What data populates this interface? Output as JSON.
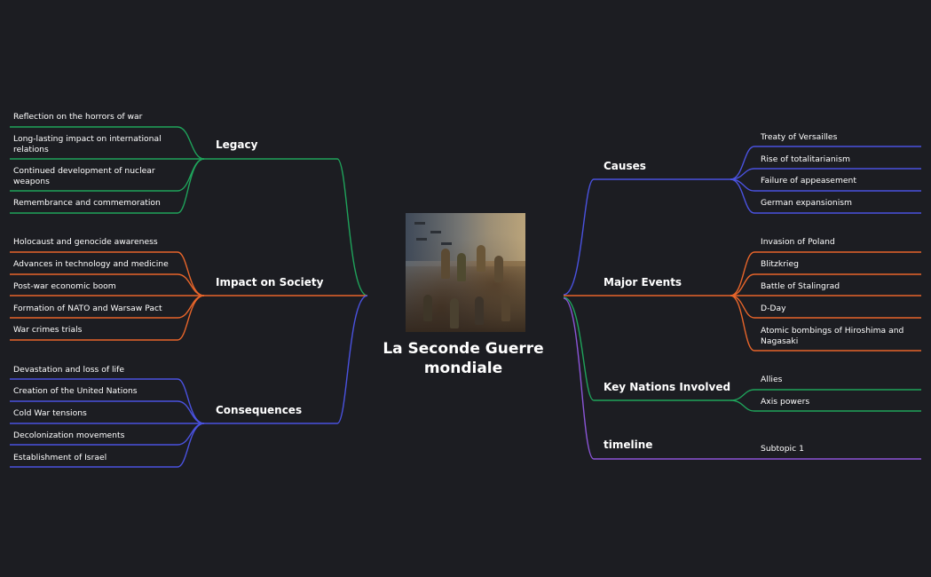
{
  "central_topic": {
    "title": "La Seconde Guerre mondiale",
    "image": "ww2-soldiers-illustration"
  },
  "colors": {
    "background": "#1c1d22",
    "green": "#1fa35b",
    "orange": "#e8652a",
    "blue": "#4a52e0",
    "purple": "#8b55d8",
    "text": "#ffffff"
  },
  "left_branches": [
    {
      "label": "Legacy",
      "color": "green",
      "children": [
        "Reflection on the horrors of war",
        "Long-lasting impact on international relations",
        "Continued development of nuclear weapons",
        "Remembrance and commemoration"
      ]
    },
    {
      "label": "Impact on Society",
      "color": "orange",
      "children": [
        "Holocaust and genocide awareness",
        "Advances in technology and medicine",
        "Post-war economic boom",
        "Formation of NATO and Warsaw Pact",
        "War crimes trials"
      ]
    },
    {
      "label": "Consequences",
      "color": "blue",
      "children": [
        "Devastation and loss of life",
        "Creation of the United Nations",
        "Cold War tensions",
        "Decolonization movements",
        "Establishment of Israel"
      ]
    }
  ],
  "right_branches": [
    {
      "label": "Causes",
      "color": "blue",
      "children": [
        "Treaty of Versailles",
        "Rise of totalitarianism",
        "Failure of appeasement",
        "German expansionism"
      ]
    },
    {
      "label": "Major Events",
      "color": "orange",
      "children": [
        "Invasion of Poland",
        "Blitzkrieg",
        "Battle of Stalingrad",
        "D-Day",
        "Atomic bombings of Hiroshima and Nagasaki"
      ]
    },
    {
      "label": "Key Nations Involved",
      "color": "green",
      "children": [
        "Allies",
        "Axis powers"
      ]
    },
    {
      "label": "timeline",
      "color": "purple",
      "children": [
        "Subtopic 1"
      ]
    }
  ]
}
